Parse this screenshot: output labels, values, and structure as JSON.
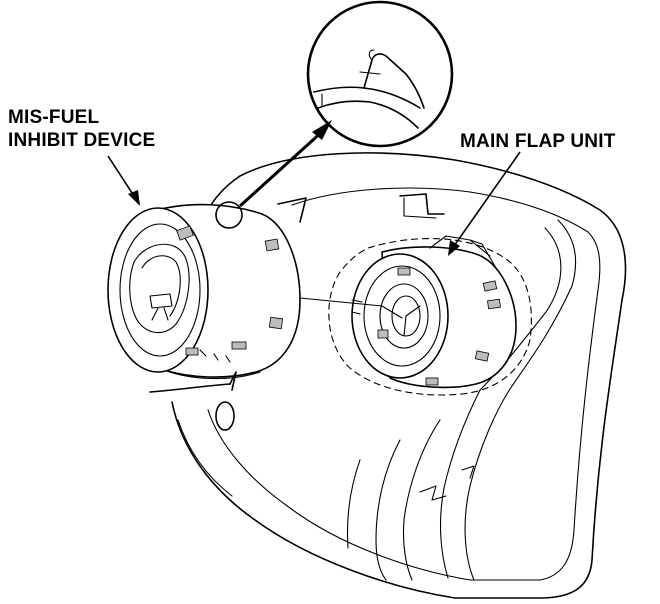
{
  "callouts": {
    "mis_fuel": {
      "line1": "MIS-FUEL",
      "line2": "INHIBIT DEVICE"
    },
    "main_flap": {
      "line1": "MAIN FLAP UNIT"
    }
  },
  "colors": {
    "line": "#000000",
    "background": "#ffffff",
    "tab_fill": "#bdbdbd"
  }
}
